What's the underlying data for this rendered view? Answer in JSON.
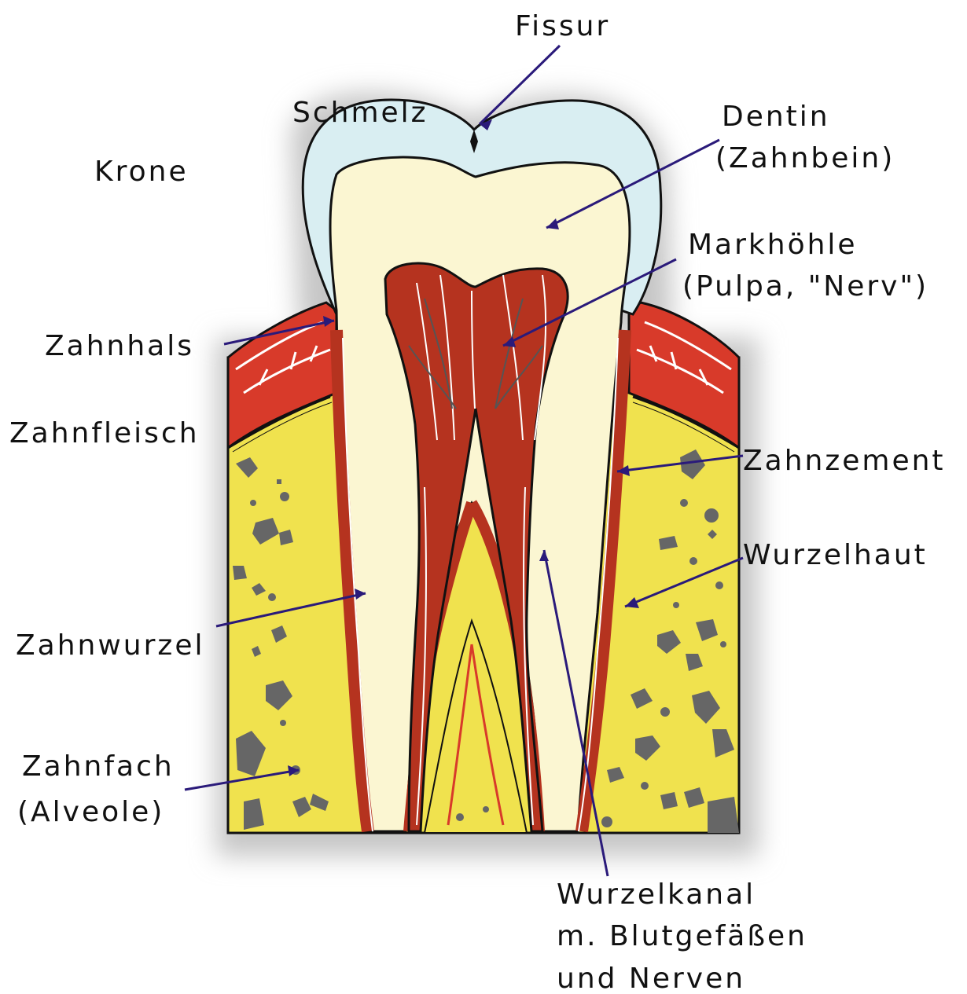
{
  "colors": {
    "enamel": "#d9eef2",
    "dentin": "#fbf6d2",
    "pulp": "#b5331f",
    "gum": "#d83a2a",
    "bone": "#f0e24e",
    "bone_spots": "#666666",
    "arrow": "#2a1a7a",
    "outline": "#111111",
    "shadow": "#c8c8c8"
  },
  "labels": {
    "fissur": "Fissur",
    "schmelz": "Schmelz",
    "krone": "Krone",
    "dentin_1": "Dentin",
    "dentin_2": "(Zahnbein)",
    "markhoehle_1": "Markhöhle",
    "markhoehle_2": "(Pulpa, \"Nerv\")",
    "zahnhals": "Zahnhals",
    "zahnfleisch": "Zahnfleisch",
    "zahnzement": "Zahnzement",
    "wurzelhaut": "Wurzelhaut",
    "zahnwurzel": "Zahnwurzel",
    "zahnfach_1": "Zahnfach",
    "zahnfach_2": "(Alveole)",
    "wurzelkanal_1": "Wurzelkanal",
    "wurzelkanal_2": "m. Blutgefäßen",
    "wurzelkanal_3": "und Nerven"
  }
}
